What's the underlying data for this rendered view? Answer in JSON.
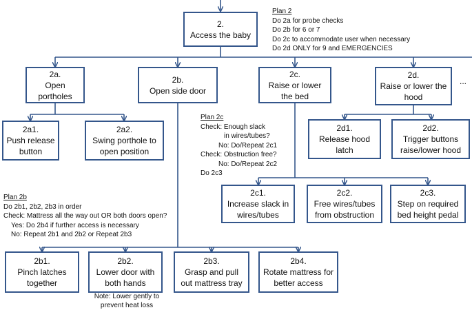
{
  "root": {
    "id": "2.",
    "label": "Access the baby"
  },
  "plan2": {
    "title": "Plan 2",
    "lines": [
      "Do 2a for probe checks",
      "Do 2b for 6 or 7",
      "Do 2c to accommodate user when necessary",
      "Do 2d ONLY for 9 and EMERGENCIES"
    ]
  },
  "level1": [
    {
      "id": "2a.",
      "label": "Open portholes"
    },
    {
      "id": "2b.",
      "label": "Open side door"
    },
    {
      "id": "2c.",
      "label": "Raise or lower the bed"
    },
    {
      "id": "2d.",
      "label": "Raise or lower the hood"
    }
  ],
  "more": "...",
  "sub2a": [
    {
      "id": "2a1.",
      "label": "Push release button"
    },
    {
      "id": "2a2.",
      "label": "Swing porthole to open position"
    }
  ],
  "sub2d": [
    {
      "id": "2d1.",
      "label": "Release hood latch"
    },
    {
      "id": "2d2.",
      "label": "Trigger buttons raise/lower hood"
    }
  ],
  "plan2c": {
    "title": "Plan 2c",
    "lines": [
      "Check: Enough slack",
      "in wires/tubes?",
      "No: Do/Repeat 2c1",
      "Check: Obstruction free?",
      "No: Do/Repeat 2c2",
      "Do 2c3"
    ]
  },
  "sub2c": [
    {
      "id": "2c1.",
      "label": "Increase slack in wires/tubes"
    },
    {
      "id": "2c2.",
      "label": "Free wires/tubes from obstruction"
    },
    {
      "id": "2c3.",
      "label": "Step on required bed height pedal"
    }
  ],
  "plan2b": {
    "title": "Plan 2b",
    "lines": [
      "Do 2b1, 2b2, 2b3 in order",
      "Check: Mattress all the way out OR both doors open?",
      "Yes: Do 2b4 if further access is necessary",
      "No: Repeat 2b1 and 2b2 or Repeat 2b3"
    ]
  },
  "sub2b": [
    {
      "id": "2b1.",
      "label": "Pinch latches together"
    },
    {
      "id": "2b2.",
      "label": "Lower door with both hands"
    },
    {
      "id": "2b3.",
      "label": "Grasp and pull out mattress tray"
    },
    {
      "id": "2b4.",
      "label": "Rotate mattress for better access"
    }
  ],
  "note2b2": "Note: Lower gently to prevent heat loss",
  "colors": {
    "line": "#34568b",
    "box_border": "#34568b"
  }
}
